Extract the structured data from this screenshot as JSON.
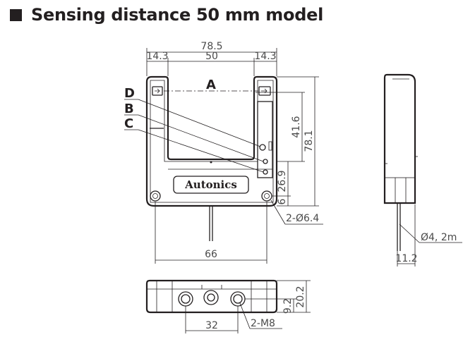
{
  "title": "Sensing distance 50 mm model",
  "labels": {
    "a": "A",
    "b": "B",
    "c": "C",
    "d": "D"
  },
  "brand": "Autonics",
  "dimensions": {
    "overall_width": "78.5",
    "left_arm": "14.3",
    "gap": "50",
    "right_arm": "14.3",
    "slot_depth": "41.6",
    "overall_height": "78.1",
    "lower_height": "26.9",
    "hole_offset": "6",
    "mount_holes": "2-Ø6.4",
    "hole_pitch": "66",
    "cable": "Ø4, 2m",
    "depth": "11.2",
    "bottom_pitch": "32",
    "bottom_holes": "2-M8",
    "bottom_offset": "9.2",
    "bottom_height": "20.2"
  }
}
